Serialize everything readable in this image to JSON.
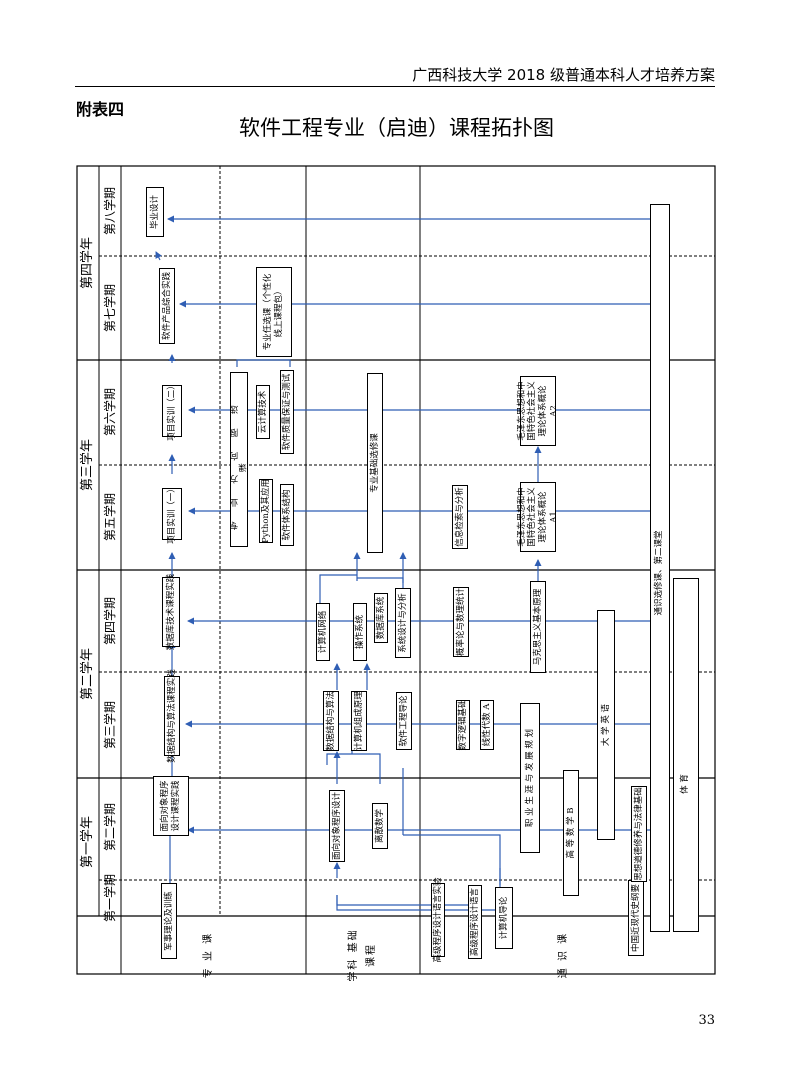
{
  "header": {
    "text": "广西科技大学 2018 级普通本科人才培养方案"
  },
  "appendix": "附表四",
  "title": "软件工程专业（启迪）课程拓扑图",
  "page_number": "33",
  "years": {
    "y1": "第一学年",
    "y2": "第二学年",
    "y3": "第三学年",
    "y4": "第四学年"
  },
  "terms": {
    "t1": "第一学期",
    "t2": "第二学期",
    "t3": "第三学期",
    "t4": "第四学期",
    "t5": "第五学期",
    "t6": "第六学期",
    "t7": "第七学期",
    "t8": "第八学期"
  },
  "columns": {
    "major": "专 业 课",
    "basic": "学科 基础 课程",
    "general": "通 识 课"
  },
  "courses": {
    "junshi": "军事理论及训练",
    "mianxiang_kecheng": "面向对象程序设计课程实践",
    "shuju_shijian": "数据结构与算法课程实践",
    "shujuku_shijian": "数据库技术课程实践",
    "xiangmu1": "项目实训（一）",
    "xiangmu2": "项目实训（二）",
    "ruanjian_zonghe": "软件产品综合实践",
    "biye": "毕业设计",
    "zhuanye_fangxiang": "专 业 方 向 限 选 课",
    "python": "Python及其应用",
    "ruanjian_tixi": "软件体系结构",
    "yun": "云计算技术",
    "zhiliang": "软件质量保证与测试",
    "renxuan": "专业任选课（个性化线上课程包）",
    "mianxiang_sheji": "面向对象程序设计",
    "lisan": "离散数学",
    "shuju_suanfa": "数据结构与算法",
    "zucheng": "计算机组成原理",
    "ruanjian_daolun": "软件工程导论",
    "wangluo": "计算机网络",
    "caozuo": "操作系统",
    "shujuku": "数据库系统",
    "xitong_sheji": "系统设计与分析",
    "zhuanye_jichu_xuanxiu": "专业基础选修课",
    "gaoji_shiyan": "高级程序设计语言实验",
    "gaoji_yuyan": "高级程序设计语言",
    "jisuanji_daolun": "计算机导论",
    "gaoshu": "高 等 数 学 B",
    "shuli_luoji": "数字逻辑基础",
    "xiandai": "线性代数 A",
    "gailv": "概率论与数理统计",
    "xinxi_jiansuo": "信息检索与分析",
    "zhiye": "职 业 生 涯 与 发 展 规 划",
    "makesi": "马克思主义基本原理",
    "mao1": "毛泽东思想和中国特色社会主义理论体系概论 A1",
    "mao2": "毛泽东思想和中国特色社会主义理论体系概论 A2",
    "daxue_yingyu": "大 学 英 语",
    "jindai": "中国近现代史纲要",
    "sixiang": "思想道德修养与法律基础",
    "tongshi": "通识选修课、第二课堂",
    "tiyu": "体 育"
  }
}
